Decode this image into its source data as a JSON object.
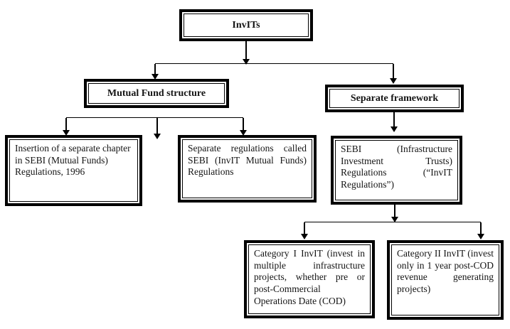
{
  "diagram": {
    "background": "#ffffff",
    "line_color": "#000000",
    "text_color": "#141414",
    "nodes": {
      "invits": {
        "label": "InvITs"
      },
      "mutual_fund": {
        "label": "Mutual Fund structure"
      },
      "separate_framework": {
        "label": "Separate framework"
      },
      "insertion": {
        "text": "Insertion of a separate chapter in SEBI (Mutual Funds) Regulations, 1996"
      },
      "separate_regulations": {
        "text": "Separate regulations called SEBI (InvIT Mutual Funds) Regulations"
      },
      "sebi_regulations": {
        "text": "SEBI (Infrastructure Investment Trusts) Regulations (“InvIT Regulations”)"
      },
      "category_1": {
        "text": "Category I InvIT (invest in multiple infrastructure projects, whether pre or post-Commercial Operations Date (COD)"
      },
      "category_2": {
        "text": "Category II InvIT (invest only in 1 year post-COD revenue generating projects)"
      }
    },
    "edges": [
      {
        "from": "invits",
        "to": [
          "mutual_fund",
          "separate_framework"
        ]
      },
      {
        "from": "mutual_fund",
        "to": [
          "insertion",
          "separate_regulations"
        ]
      },
      {
        "from": "separate_framework",
        "to": [
          "sebi_regulations"
        ]
      },
      {
        "from": "sebi_regulations",
        "to": [
          "category_1",
          "category_2"
        ]
      }
    ]
  }
}
